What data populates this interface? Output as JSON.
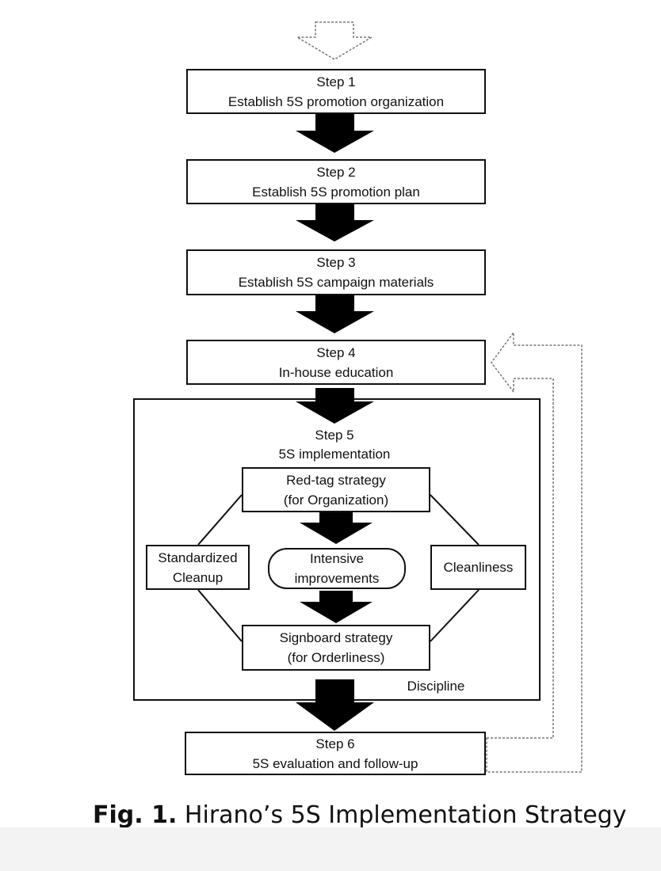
{
  "steps": {
    "step1": {
      "title": "Step 1",
      "label": "Establish 5S promotion organization"
    },
    "step2": {
      "title": "Step 2",
      "label": "Establish 5S promotion plan"
    },
    "step3": {
      "title": "Step 3",
      "label": "Establish 5S campaign materials"
    },
    "step4": {
      "title": "Step 4",
      "label": "In-house education"
    },
    "step5": {
      "title": "Step 5",
      "label": "5S implementation"
    },
    "step6": {
      "title": "Step 6",
      "label": "5S evaluation and follow-up"
    }
  },
  "implementation": {
    "red_tag": {
      "line1": "Red-tag strategy",
      "line2": "(for Organization)"
    },
    "intensive": {
      "line1": "Intensive",
      "line2": "improvements"
    },
    "signboard": {
      "line1": "Signboard strategy",
      "line2": "(for Orderliness)"
    },
    "standardized": {
      "line1": "Standardized",
      "line2": "Cleanup"
    },
    "cleanliness": "Cleanliness",
    "discipline": "Discipline"
  },
  "caption": {
    "prefix": "Fig. 1.",
    "text": "Hirano’s 5S Implementation Strategy"
  }
}
